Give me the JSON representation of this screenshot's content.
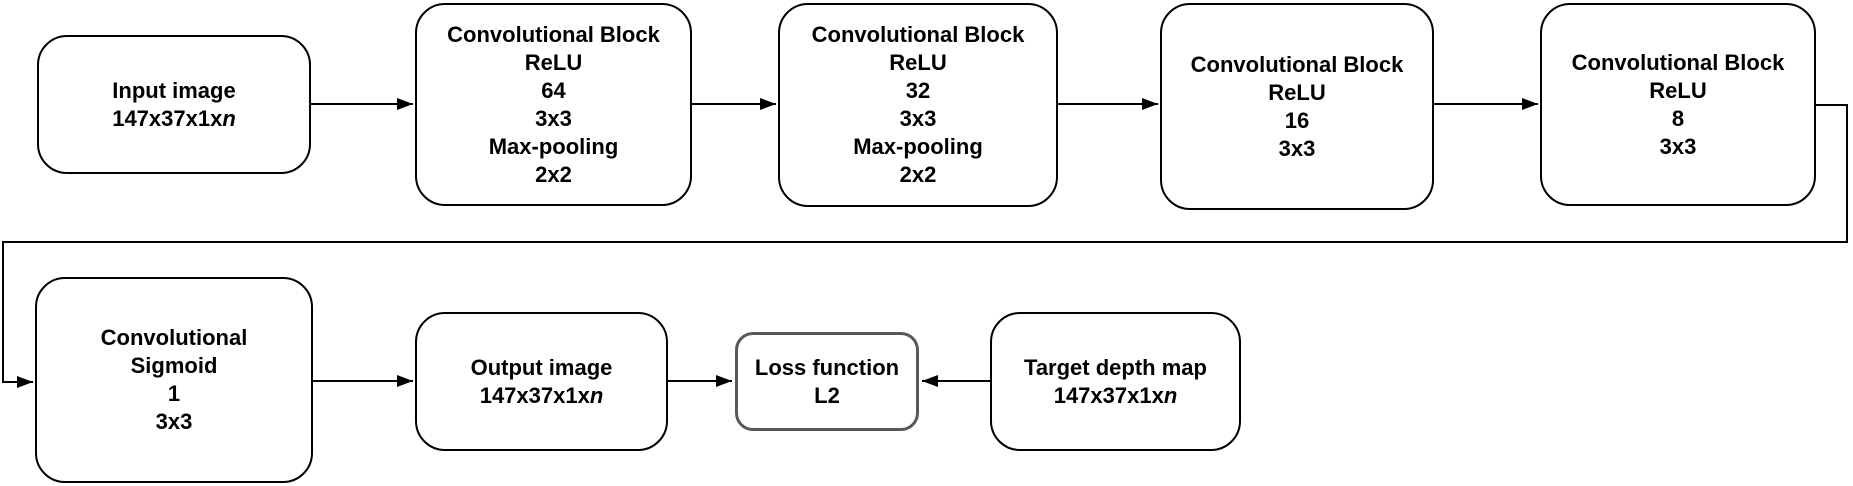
{
  "diagram": {
    "type": "flowchart",
    "description": "Convolutional neural network architecture for depth map prediction with L2 loss",
    "colors": {
      "node_border": "#000000",
      "loss_node_border": "#595959",
      "text": "#000000",
      "background": "#ffffff"
    },
    "nodes": {
      "input": {
        "lines": [
          "Input image"
        ],
        "dims_prefix": "147x37x1x",
        "dims_var": "n"
      },
      "conv1": {
        "lines": [
          "Convolutional Block",
          "ReLU",
          "64",
          "3x3",
          "Max-pooling",
          "2x2"
        ]
      },
      "conv2": {
        "lines": [
          "Convolutional Block",
          "ReLU",
          "32",
          "3x3",
          "Max-pooling",
          "2x2"
        ]
      },
      "conv3": {
        "lines": [
          "Convolutional Block",
          "ReLU",
          "16",
          "3x3"
        ]
      },
      "conv4": {
        "lines": [
          "Convolutional Block",
          "ReLU",
          "8",
          "3x3"
        ]
      },
      "conv5": {
        "lines": [
          "Convolutional",
          "Sigmoid",
          "1",
          "3x3"
        ]
      },
      "output": {
        "lines": [
          "Output image"
        ],
        "dims_prefix": "147x37x1x",
        "dims_var": "n"
      },
      "loss": {
        "lines": [
          "Loss function",
          "L2"
        ]
      },
      "target": {
        "lines": [
          "Target depth map"
        ],
        "dims_prefix": "147x37x1x",
        "dims_var": "n"
      }
    },
    "edges": [
      {
        "from": "input",
        "to": "conv1"
      },
      {
        "from": "conv1",
        "to": "conv2"
      },
      {
        "from": "conv2",
        "to": "conv3"
      },
      {
        "from": "conv3",
        "to": "conv4"
      },
      {
        "from": "conv4",
        "to": "conv5"
      },
      {
        "from": "conv5",
        "to": "output"
      },
      {
        "from": "output",
        "to": "loss"
      },
      {
        "from": "target",
        "to": "loss"
      }
    ]
  }
}
